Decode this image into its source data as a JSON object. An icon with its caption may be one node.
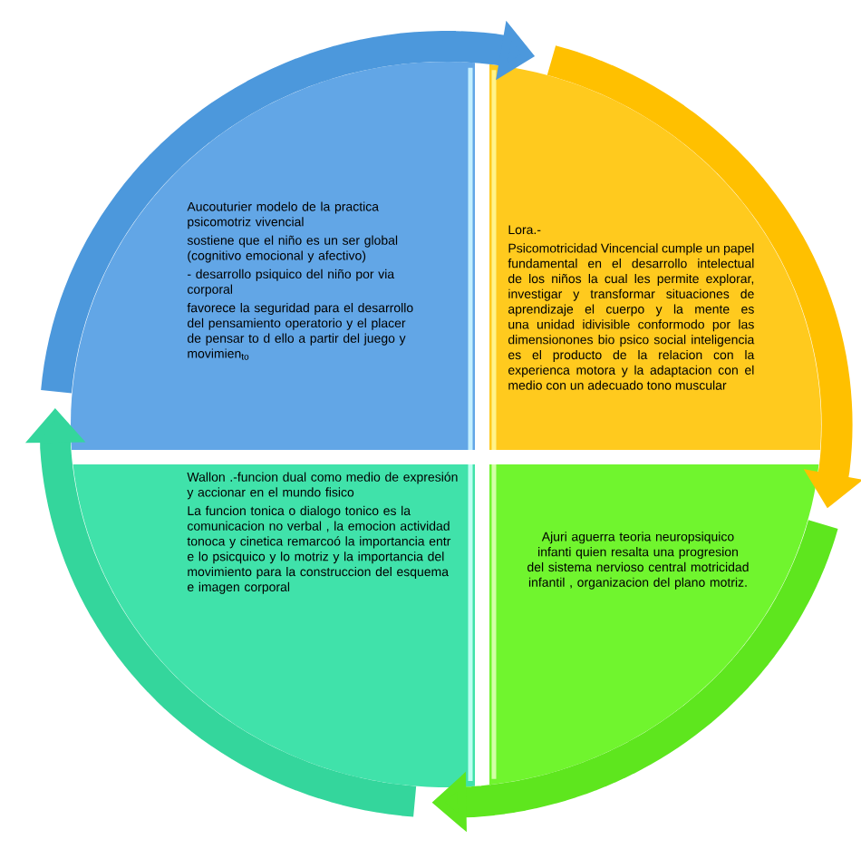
{
  "diagram": {
    "nodes": [
      {
        "text": [
          "Aucouturier modelo de la practica psicomotriz vivencial",
          "sostiene que el niño es un ser global (cognitivo emocional y afectivo)",
          "- desarrollo psiquico del niño por via corporal",
          "favorece la seguridad para el desarrollo del pensamiento operatorio y el placer de pensar to d ello a partir del juego y movimien$_{to}$"
        ]
      },
      {
        "text": [
          "Lora.-",
          "Psicomotricidad Vincencial cumple un papel fundamental en el desarrollo intelectual de los niños la cual les permite explorar, investigar y transformar situaciones de aprendizaje el cuerpo y la mente es una unidad idivisible conformodo por las dimensionones bio psico social inteligencia es el producto de la relacion con la experienca motora y la adaptacion con el medio con un adecuado tono muscular"
        ]
      },
      {
        "text": [
          "Wallon .-funcion dual como medio de expresión y accionar en el mundo fisico",
          "La funcion tonica o dialogo tonico es la comunicacion no verbal , la emocion actividad tonoca y cinetica remarcoó la importancia entr e lo psicquico y lo motriz y la importancia del movimiento para la construccion del esquema e imagen corporal"
        ]
      },
      {
        "text": [
          "Ajuri aguerra teoria neuropsiquico infanti quien resalta una progresion del sistema nervioso central motricidad infantil , organizacion del plano motriz."
        ]
      }
    ],
    "edges": [
      {
        "from": 0,
        "to": 1,
        "arrow": "to",
        "color": "#4c98dc"
      },
      {
        "from": 1,
        "to": 3,
        "arrow": "to",
        "color": "#ffc000"
      },
      {
        "from": 3,
        "to": 2,
        "arrow": "to",
        "color": "#5ee61e"
      },
      {
        "from": 2,
        "to": 0,
        "arrow": "to",
        "color": "#34d69c"
      }
    ]
  }
}
